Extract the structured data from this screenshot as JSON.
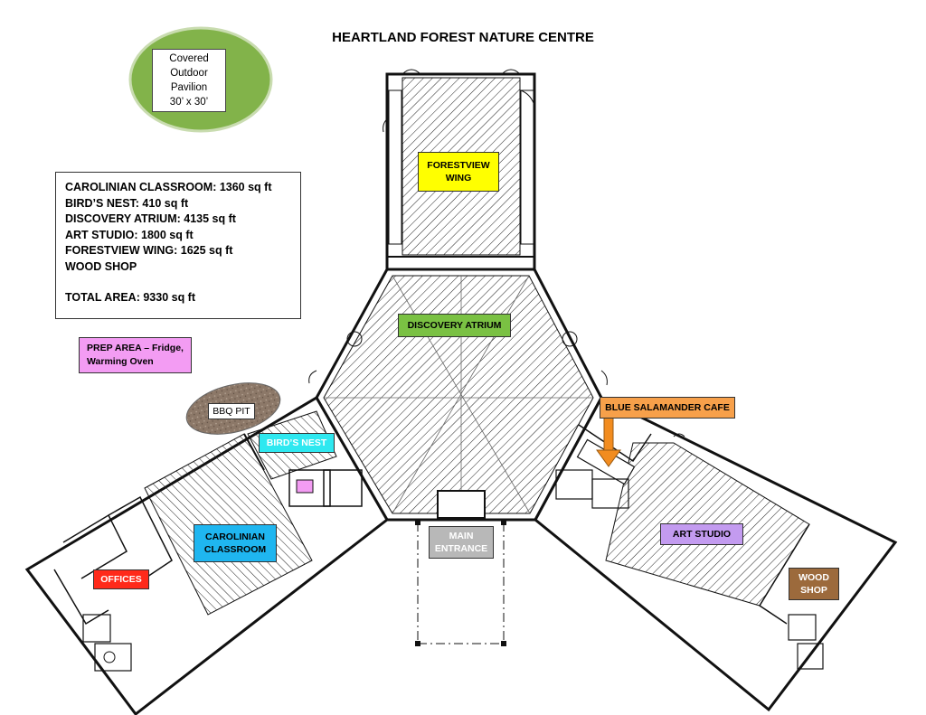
{
  "title": "HEARTLAND FOREST NATURE CENTRE",
  "pavilion": {
    "line1": "Covered",
    "line2": "Outdoor",
    "line3": "Pavilion",
    "line4": "30’ x 30’"
  },
  "areas": {
    "line1": "CAROLINIAN CLASSROOM:  1360 sq ft",
    "line2": "BIRD’S NEST:  410 sq ft",
    "line3": "DISCOVERY ATRIUM:  4135 sq ft",
    "line4": "ART STUDIO:  1800 sq ft",
    "line5": "FORESTVIEW WING:  1625 sq ft",
    "line6": "WOOD SHOP",
    "total": "TOTAL AREA:  9330 sq ft"
  },
  "prep": {
    "line1": "PREP AREA – Fridge,",
    "line2": "Warming Oven"
  },
  "rooms": {
    "forestview": {
      "line1": "FORESTVIEW",
      "line2": "WING",
      "color": "#ffff00"
    },
    "atrium": {
      "label": "DISCOVERY ATRIUM",
      "color": "#7ac143"
    },
    "cafe": {
      "label": "BLUE SALAMANDER CAFE",
      "color": "#f7a04a"
    },
    "birds_nest": {
      "label": "BIRD’S NEST",
      "color": "#2ee8f0"
    },
    "bbq": {
      "label": "BBQ PIT"
    },
    "classroom": {
      "line1": "CAROLINIAN",
      "line2": "CLASSROOM",
      "color": "#1fb6f0"
    },
    "offices": {
      "label": "OFFICES",
      "color": "#ff2a1a"
    },
    "entrance": {
      "line1": "MAIN",
      "line2": "ENTRANCE",
      "color": "#b8b8b8"
    },
    "art_studio": {
      "label": "ART STUDIO",
      "color": "#c39bf0"
    },
    "wood_shop": {
      "line1": "WOOD",
      "line2": "SHOP",
      "color": "#9c6a3c"
    }
  },
  "colors": {
    "pavilion_green": "#82b34a",
    "bbq_brown": "#8c7868",
    "arrow_orange": "#f28c1f",
    "prep_pink": "#f39cf3"
  }
}
